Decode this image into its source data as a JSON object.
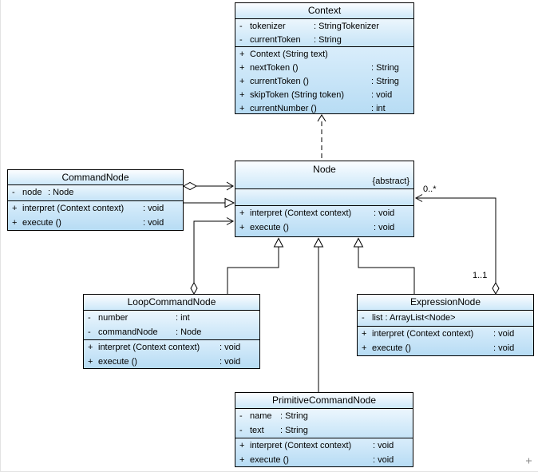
{
  "colors": {
    "box_fill_top": "#fbfdff",
    "box_fill_bottom": "#b7dcf4",
    "box_border": "#000000",
    "edge_line": "#000000",
    "background": "#ffffff"
  },
  "edge_labels": {
    "zero_many": "0..*",
    "one_one": "1..1"
  },
  "classes": {
    "context": {
      "name": "Context",
      "attributes": [
        {
          "vis": "-",
          "name": "tokenizer",
          "type": ": StringTokenizer"
        },
        {
          "vis": "-",
          "name": "currentToken",
          "type": ": String"
        }
      ],
      "methods": [
        {
          "vis": "+",
          "sig": "Context (String text)",
          "ret": ""
        },
        {
          "vis": "+",
          "sig": "nextToken ()",
          "ret": ": String"
        },
        {
          "vis": "+",
          "sig": "currentToken ()",
          "ret": ": String"
        },
        {
          "vis": "+",
          "sig": "skipToken (String token)",
          "ret": ": void"
        },
        {
          "vis": "+",
          "sig": "currentNumber ()",
          "ret": ": int"
        }
      ]
    },
    "node": {
      "name": "Node",
      "stereotype": "{abstract}",
      "attributes": [],
      "methods": [
        {
          "vis": "+",
          "sig": "interpret (Context context)",
          "ret": ": void"
        },
        {
          "vis": "+",
          "sig": "execute ()",
          "ret": ": void"
        }
      ]
    },
    "command": {
      "name": "CommandNode",
      "attributes": [
        {
          "vis": "-",
          "name": "node",
          "type": ": Node"
        }
      ],
      "methods": [
        {
          "vis": "+",
          "sig": "interpret (Context context)",
          "ret": ": void"
        },
        {
          "vis": "+",
          "sig": "execute ()",
          "ret": ": void"
        }
      ]
    },
    "loop": {
      "name": "LoopCommandNode",
      "attributes": [
        {
          "vis": "-",
          "name": "number",
          "type": ": int"
        },
        {
          "vis": "-",
          "name": "commandNode",
          "type": ": Node"
        }
      ],
      "methods": [
        {
          "vis": "+",
          "sig": "interpret (Context context)",
          "ret": ": void"
        },
        {
          "vis": "+",
          "sig": "execute ()",
          "ret": ": void"
        }
      ]
    },
    "expression": {
      "name": "ExpressionNode",
      "attributes": [
        {
          "vis": "-",
          "name": "list",
          "type": ": ArrayList<Node>"
        }
      ],
      "methods": [
        {
          "vis": "+",
          "sig": "interpret (Context context)",
          "ret": ": void"
        },
        {
          "vis": "+",
          "sig": "execute ()",
          "ret": ": void"
        }
      ]
    },
    "primitive": {
      "name": "PrimitiveCommandNode",
      "attributes": [
        {
          "vis": "-",
          "name": "name",
          "type": ": String"
        },
        {
          "vis": "-",
          "name": "text",
          "type": ": String"
        }
      ],
      "methods": [
        {
          "vis": "+",
          "sig": "interpret (Context context)",
          "ret": ": void"
        },
        {
          "vis": "+",
          "sig": "execute ()",
          "ret": ": void"
        }
      ]
    }
  }
}
